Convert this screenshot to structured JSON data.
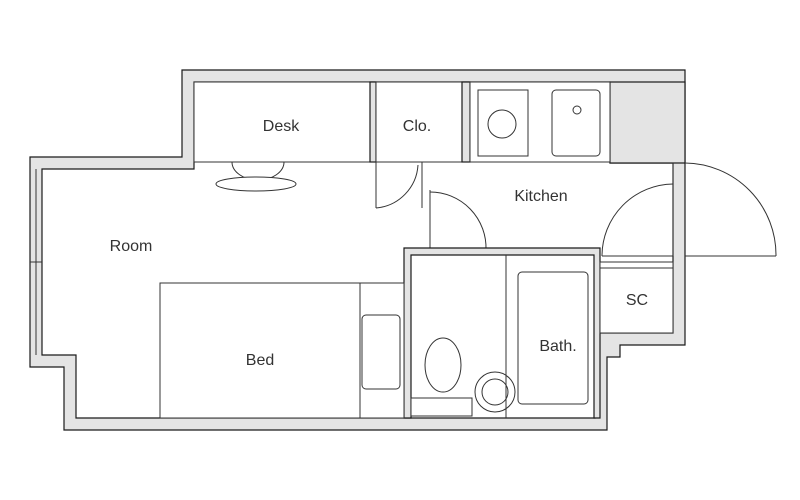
{
  "rooms": {
    "desk": "Desk",
    "closet": "Clo.",
    "kitchen": "Kitchen",
    "room": "Room",
    "bed": "Bed",
    "bath": "Bath.",
    "storage": "SC"
  }
}
